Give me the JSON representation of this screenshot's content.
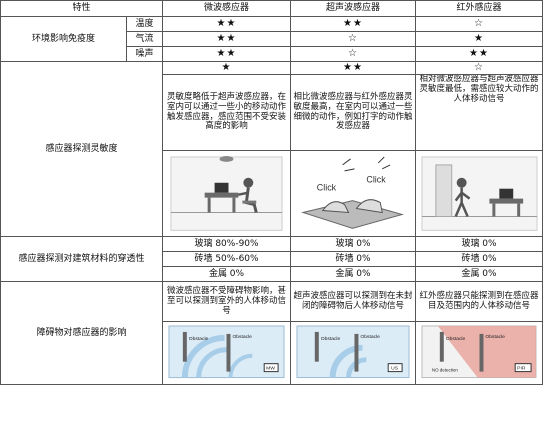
{
  "headers": [
    "特性",
    "微波感应器",
    "超声波感应器",
    "红外感应器"
  ],
  "env": {
    "label": "环境影响免疫度",
    "rows": [
      {
        "name": "温度",
        "microwave": "★★",
        "ultrasonic": "★★",
        "infrared": "☆"
      },
      {
        "name": "气流",
        "microwave": "★★",
        "ultrasonic": "☆",
        "infrared": "★"
      },
      {
        "name": "噪声",
        "microwave": "★★",
        "ultrasonic": "☆",
        "infrared": "★★"
      }
    ]
  },
  "sensitivity": {
    "label": "感应器探测灵敏度",
    "stars": {
      "microwave": "★",
      "ultrasonic": "★★",
      "infrared": "☆"
    },
    "desc": {
      "microwave": "灵敏度略低于超声波感应器，在室内可以通过一些小的移动动作触发感应器，感应范围不受安装高度的影响",
      "ultrasonic": "相比微波感应器与红外感应器灵敏度最高，在室内可以通过一些细微的动作，例如打字的动作触发感应器",
      "infrared": "相对微波感应器与超声波感应器灵敏度最低，需感应较大动作的人体移动信号"
    },
    "click_labels": [
      "Click",
      "Click"
    ]
  },
  "penetration": {
    "label": "感应器探测对建筑材料的穿透性",
    "rows": [
      {
        "microwave": "玻璃  80%-90%",
        "ultrasonic": "玻璃  0%",
        "infrared": "玻璃  0%"
      },
      {
        "microwave": "砖墙  50%-60%",
        "ultrasonic": "砖墙  0%",
        "infrared": "砖墙  0%"
      },
      {
        "microwave": "金属  0%",
        "ultrasonic": "金属  0%",
        "infrared": "金属  0%"
      }
    ]
  },
  "obstacle": {
    "label": "障碍物对感应器的影响",
    "desc": {
      "microwave": "微波感应器不受障碍物影响，甚至可以探测到室外的人体移动信号",
      "ultrasonic": "超声波感应器可以探测到在未封闭的障碍物后人体移动信号",
      "infrared": "红外感应器只能探测到在感应器目及范围内的人体移动信号"
    },
    "diagram": {
      "obstacle_text": "Obstacle",
      "no_detection": "NO detection",
      "tags": {
        "microwave": "MW",
        "ultrasonic": "US",
        "infrared": "PIR"
      }
    }
  },
  "colors": {
    "star": "#111111",
    "wave_blue": "#a8cde8",
    "wave_red": "#e8a098",
    "panel_blue": "#dcecf7"
  }
}
